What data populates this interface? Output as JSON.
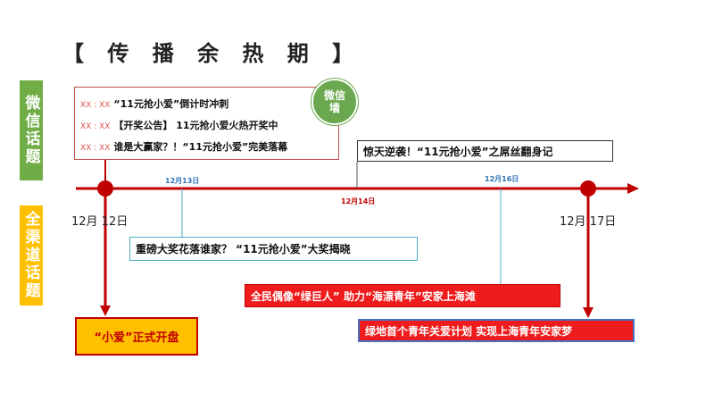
{
  "title": "【 传 播 余 热 期 】",
  "tags": {
    "weixin": "微信话题",
    "quanqudao": "全渠道话题"
  },
  "weixin_items": [
    {
      "prefix": "XX : XX",
      "text": "“11元抢小爱”倒计时冲刺"
    },
    {
      "prefix": "XX : XX",
      "text": "【开奖公告】 11元抢小爱火热开奖中"
    },
    {
      "prefix": "XX : XX",
      "text": "谁是大赢家？！“11元抢小爱”完美落幕"
    }
  ],
  "badge": "微信墙",
  "dates": {
    "start": "12月 12日",
    "end": "12月 17日",
    "d13": "12月13日",
    "d14": "12月14日",
    "d16": "12月16日"
  },
  "events": {
    "e_top": "惊天逆袭！“11元抢小爱”之屌丝翻身记",
    "e_13": "重磅大奖花落谁家？ “11元抢小爱”大奖揭晓",
    "e_16": "全民偶像“绿巨人” 助力“海漂青年”安家上海滩",
    "e_17": "绿地首个青年关爱计划 实现上海青年安家梦",
    "e_12": "“小爱”正式开盘"
  },
  "colors": {
    "timeline": "#c00000",
    "blue": "#4bacc6",
    "green": "#70ad47",
    "yellow": "#ffc000",
    "red": "#ee1c1c"
  }
}
